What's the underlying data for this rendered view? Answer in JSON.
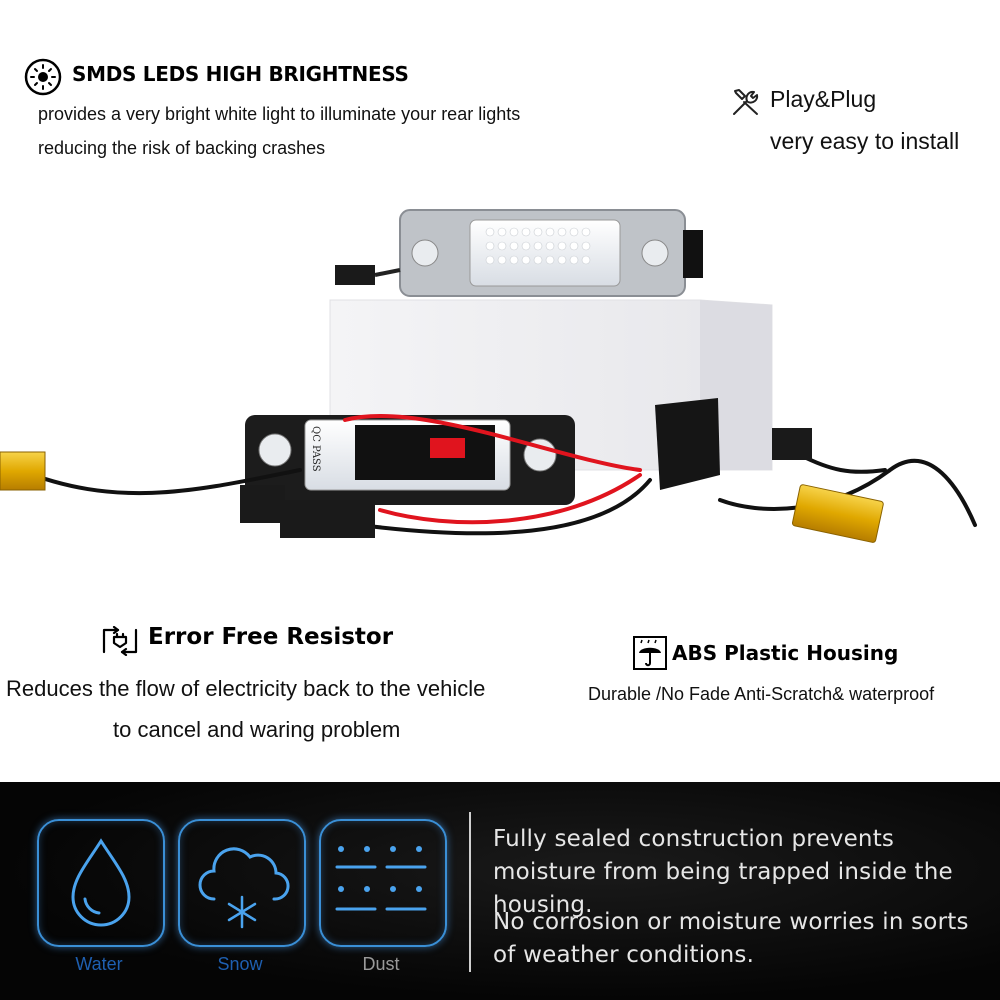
{
  "features": {
    "smds": {
      "icon": "sun-brightness-icon",
      "title": "SMDS LEDS HIGH BRIGHTNESS",
      "line1": "provides a very bright white light to illuminate your rear lights",
      "line2": "reducing the risk of backing crashes"
    },
    "plug": {
      "icon": "wrench-screwdriver-icon",
      "title": "Play&Plug",
      "line1": "very easy to install"
    },
    "resistor": {
      "icon": "plug-swap-icon",
      "title": "Error Free Resistor",
      "line1": "Reduces the flow of electricity back to the vehicle",
      "line2": "to cancel and waring problem"
    },
    "housing": {
      "icon": "umbrella-rain-icon",
      "title": "ABS Plastic Housing",
      "line1": "Durable /No Fade Anti-Scratch& waterproof"
    }
  },
  "product_photo": {
    "description_icon": "led-license-plate-lights-photo",
    "label_text": "QC PASS"
  },
  "environment": {
    "cards": [
      {
        "label": "Water",
        "icon": "water-drop-icon",
        "color": "#1e5fb0"
      },
      {
        "label": "Snow",
        "icon": "snow-cloud-icon",
        "color": "#1e5fb0"
      },
      {
        "label": "Dust",
        "icon": "dust-icon",
        "color": "#9a9a9a"
      }
    ],
    "text1": "Fully sealed construction prevents moisture from being trapped inside the housing.",
    "text2": "No corrosion or moisture worries in sorts of weather conditions."
  },
  "colors": {
    "accent_blue": "#3a8fd6",
    "gold": "#e0a800",
    "wire_red": "#e0141e",
    "panel_bg": "#050505"
  }
}
